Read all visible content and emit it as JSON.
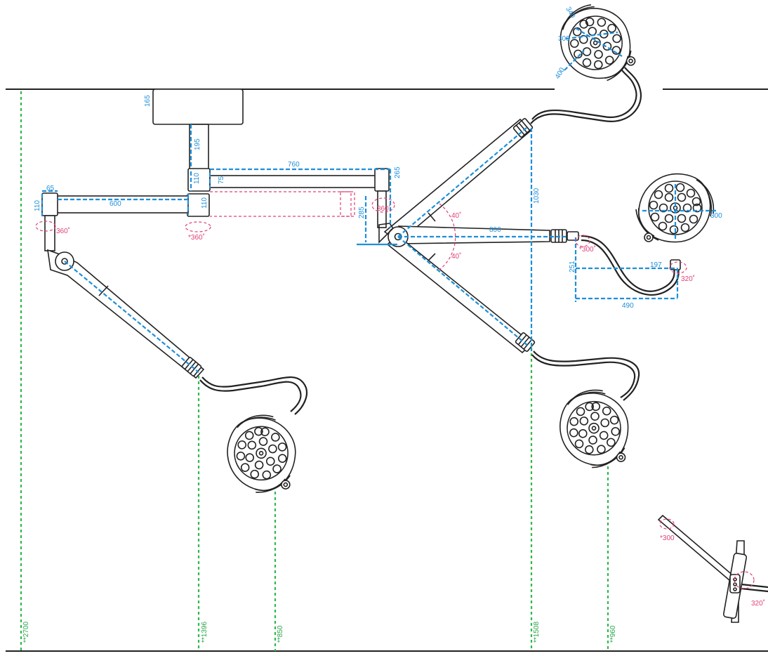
{
  "colors": {
    "dimension": "#1f8fd8",
    "rotation": "#e0407a",
    "height": "#2fb84d",
    "outline": "#222222"
  },
  "dimensions": {
    "ceiling_mount_height": "165",
    "drop_tube": "195",
    "upper_hub": "110",
    "hub_offset": "75",
    "long_arm": "760",
    "left_arm": "600",
    "left_hub": "110",
    "left_end_width": "65",
    "left_end_height": "110",
    "right_drop_top": "265",
    "right_drop": "285",
    "spring_arm_drop": "1030",
    "spring_arm_h": "800",
    "head_top_a": "340",
    "head_top_b": "300",
    "head_top_c": "400",
    "head_right": "300",
    "yoke_h": "197",
    "yoke_v": "251",
    "yoke_span": "490"
  },
  "rotations": {
    "hub_rotation": "*360˚",
    "left_end_rotation": "360˚",
    "right_drop_rotation": "360˚",
    "arm_up_angle": "40˚",
    "arm_down_angle": "40˚",
    "yoke_rotation": "*300˚",
    "head_rotation": "320˚",
    "side_view_rotation": "*300",
    "side_view_head": "320˚"
  },
  "heights": {
    "ceiling": "**2700",
    "left_arm_low": "**1396",
    "left_head": "**850",
    "right_arm_low": "**1508",
    "right_head": "**960"
  }
}
